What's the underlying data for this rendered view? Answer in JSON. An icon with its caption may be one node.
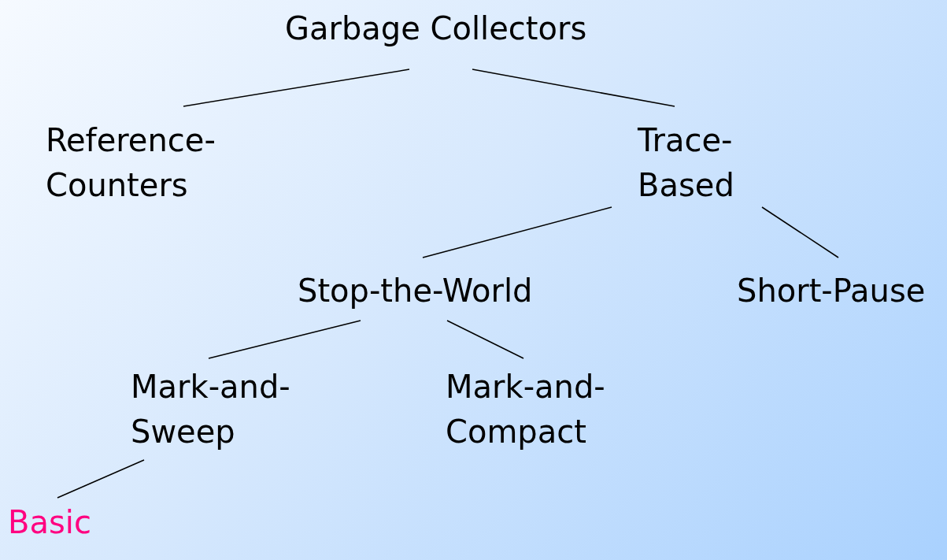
{
  "diagram": {
    "nodes": [
      {
        "text": [
          "Garbage Collectors"
        ]
      },
      {
        "text": [
          "Reference- Counters"
        ]
      },
      {
        "text": [
          "Trace- Based"
        ]
      },
      {
        "text": [
          "Stop-the-World"
        ]
      },
      {
        "text": [
          "Short-Pause"
        ]
      },
      {
        "text": [
          "Mark-and- Sweep"
        ]
      },
      {
        "text": [
          "Mark-and- Compact"
        ]
      },
      {
        "text": [
          "Basic"
        ]
      }
    ],
    "edges": [
      {
        "from": 0,
        "to": 1,
        "arrow": "none"
      },
      {
        "from": 0,
        "to": 2,
        "arrow": "none"
      },
      {
        "from": 2,
        "to": 3,
        "arrow": "none"
      },
      {
        "from": 2,
        "to": 4,
        "arrow": "none"
      },
      {
        "from": 3,
        "to": 5,
        "arrow": "none"
      },
      {
        "from": 3,
        "to": 6,
        "arrow": "none"
      },
      {
        "from": 5,
        "to": 7,
        "arrow": "none"
      }
    ]
  }
}
